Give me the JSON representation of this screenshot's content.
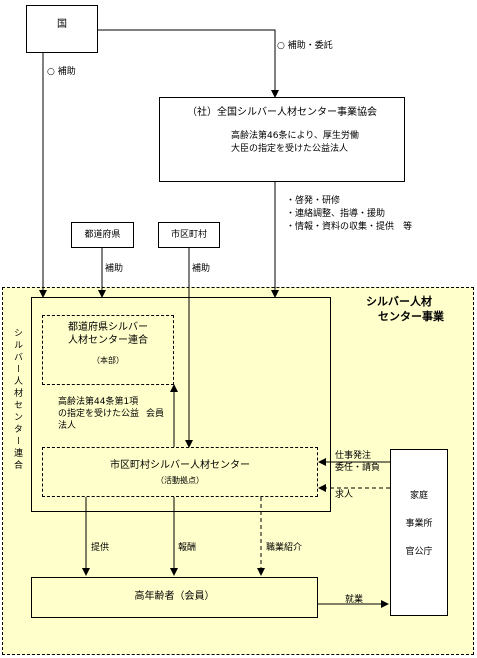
{
  "kuni": "国",
  "hojo": "○ 補助",
  "hojo_itaku": "○ 補助・委託",
  "zenkoku": {
    "title": "（社）全国シルバー人材センター事業協会",
    "line1": "高齢法第46条により、厚生労働",
    "line2": "大臣の指定を受けた公益法人"
  },
  "support_items": [
    "・啓発・研修",
    "・連絡調整、指導・援助",
    "・情報・資料の収集・提供　等"
  ],
  "todofuken": "都道府県",
  "shikuchoson": "市区町村",
  "hojo_plain": "補助",
  "jigyo_title": [
    "シルバー人材",
    "センター事業"
  ],
  "rengo_vertical": "シルバー人材センター連合",
  "pref_rengo": {
    "line1": "都道府県シルバー",
    "line2": "人材センター連合",
    "line3": "（本部）"
  },
  "koreiho44": [
    "高齢法第44条第1項",
    "の指定を受けた公益",
    "法人"
  ],
  "kaiin": "会員",
  "city_center": {
    "title": "市区町村シルバー人材センター",
    "sub": "（活動拠点）"
  },
  "shigoto": [
    "仕事発注",
    "委任・請負"
  ],
  "kyujin": "求人",
  "teikyo": "提供",
  "hoshu": "報酬",
  "shokugyo": "職業紹介",
  "kotei": [
    "家庭",
    "事業所",
    "官公庁"
  ],
  "koreisha": "高年齢者（会員）",
  "shugyo": "就業",
  "colors": {
    "area": "#ffffcc",
    "line": "#000000"
  }
}
